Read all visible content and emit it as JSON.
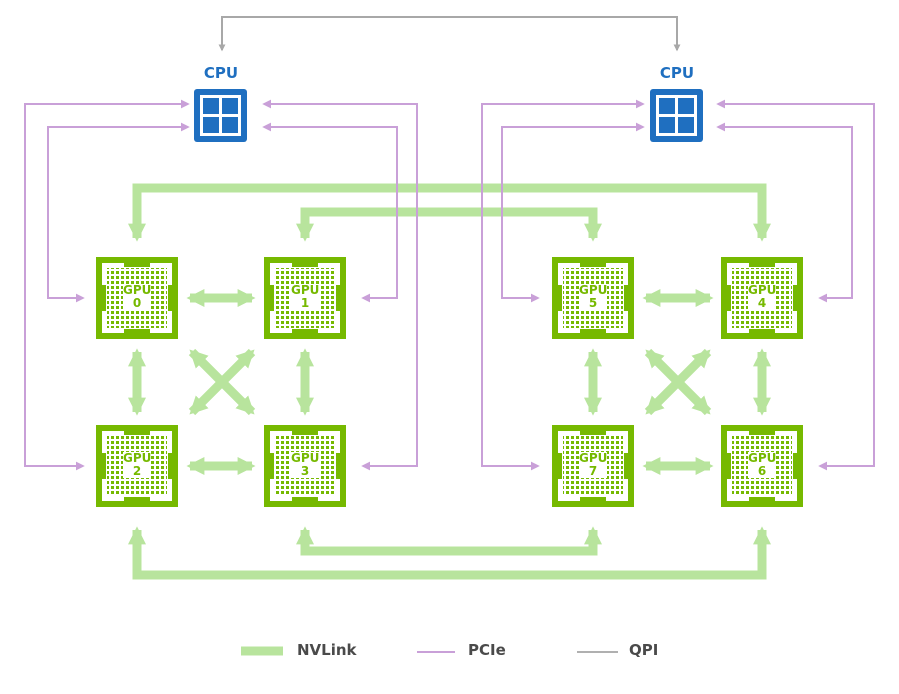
{
  "cpus": [
    {
      "label": "CPU"
    },
    {
      "label": "CPU"
    }
  ],
  "gpus": [
    {
      "title": "GPU",
      "index": "0"
    },
    {
      "title": "GPU",
      "index": "1"
    },
    {
      "title": "GPU",
      "index": "2"
    },
    {
      "title": "GPU",
      "index": "3"
    },
    {
      "title": "GPU",
      "index": "5"
    },
    {
      "title": "GPU",
      "index": "4"
    },
    {
      "title": "GPU",
      "index": "7"
    },
    {
      "title": "GPU",
      "index": "6"
    }
  ],
  "legend": [
    {
      "label": "NVLink",
      "color": "#b8e49d"
    },
    {
      "label": "PCIe",
      "color": "#c9a0d8"
    },
    {
      "label": "QPI",
      "color": "#b0b0b0"
    }
  ],
  "colors": {
    "gpu_green": "#76b900",
    "cpu_blue": "#1f6fc0",
    "nvlink": "#b8e49d",
    "pcie": "#c9a0d8",
    "qpi": "#a8a8a8"
  }
}
